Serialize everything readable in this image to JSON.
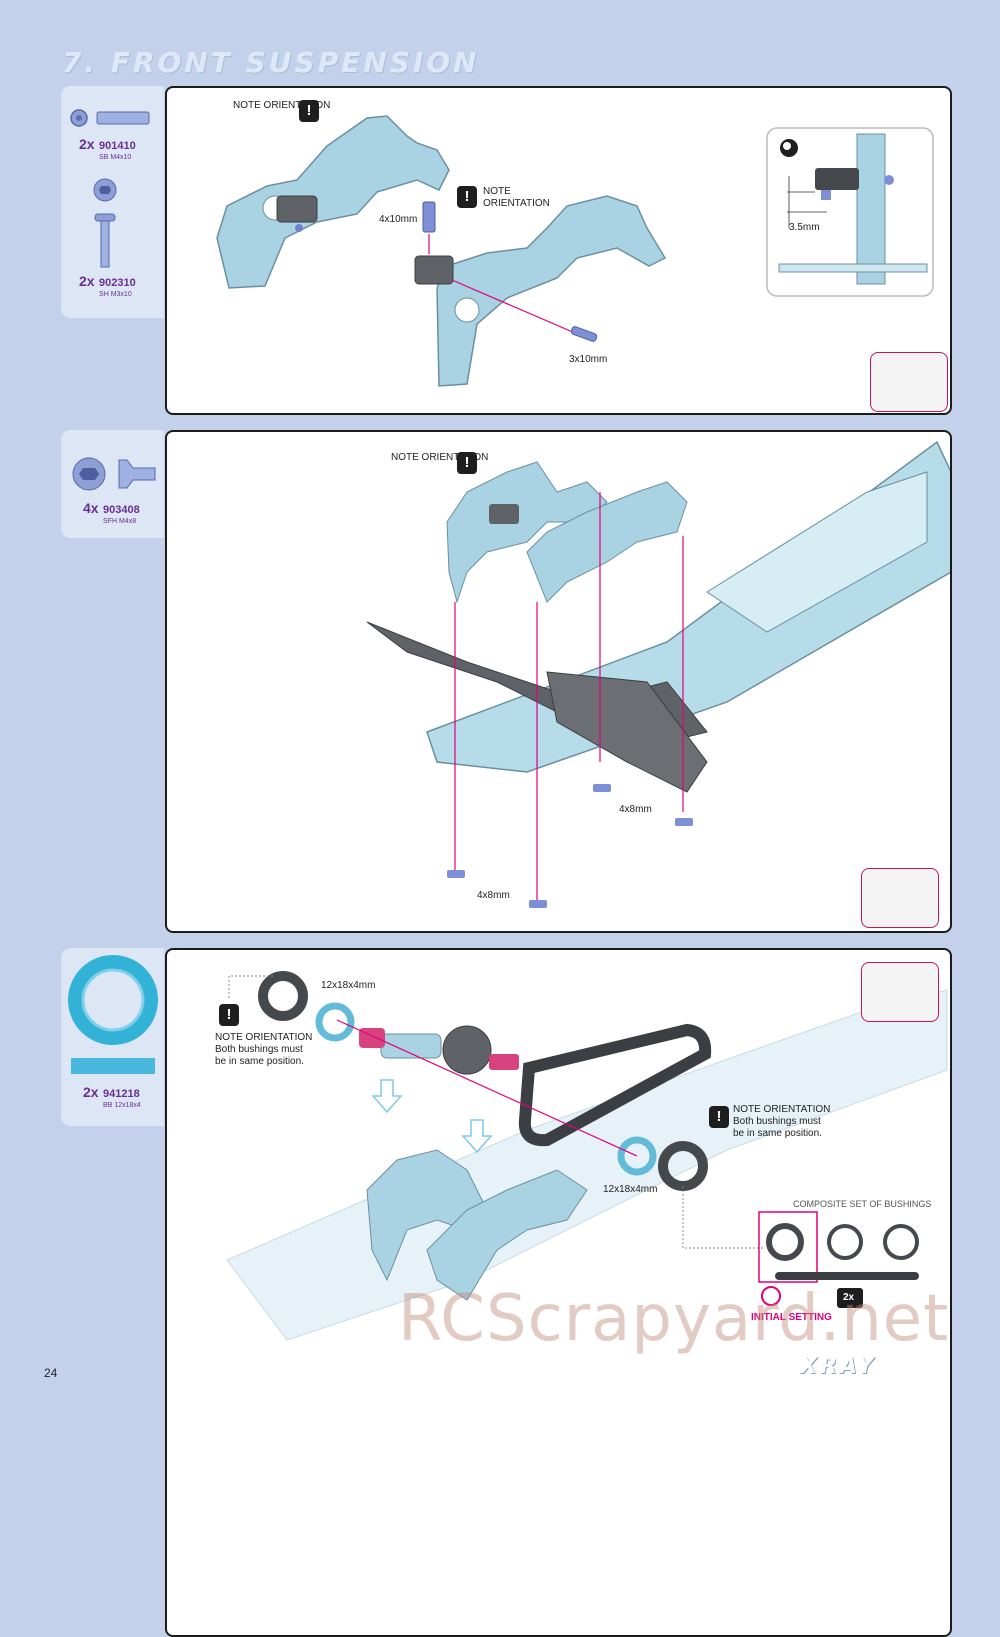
{
  "section_title": "7. FRONT SUSPENSION",
  "page_number": "24",
  "brand": "XRAY",
  "watermark": "RCScrapyard.net",
  "step1": {
    "parts": [
      {
        "qty": "2x",
        "code": "901410",
        "desc": "SB M4x10"
      },
      {
        "qty": "2x",
        "code": "902310",
        "desc": "SH M3x10"
      }
    ],
    "note1": "NOTE ORIENTATION",
    "note2": "NOTE ORIENTATION",
    "label_spacer": "4x10mm",
    "label_screw": "3x10mm",
    "detail_label": "3.5mm"
  },
  "step2": {
    "parts": [
      {
        "qty": "4x",
        "code": "903408",
        "desc": "SFH M4x8"
      }
    ],
    "note": "NOTE ORIENTATION",
    "label_a": "4x8mm",
    "label_b": "4x8mm"
  },
  "step3": {
    "parts": [
      {
        "qty": "2x",
        "code": "941218",
        "desc": "BB 12x18x4"
      }
    ],
    "note_left": "NOTE ORIENTATION",
    "note_left_text": "Both bushings must be in same position.",
    "note_right": "NOTE ORIENTATION",
    "note_right_text": "Both bushings must be in same position.",
    "bearing_a": "12x18x4mm",
    "bearing_b": "12x18x4mm",
    "composite_title": "COMPOSITE SET OF BUSHINGS",
    "initial_setting": "INITIAL SETTING",
    "multiplier": "2x"
  },
  "colors": {
    "background": "#c3d2ea",
    "part_blue": "#a9d3e3",
    "accent_magenta": "#e2007a",
    "purple_text": "#6b2f91"
  }
}
